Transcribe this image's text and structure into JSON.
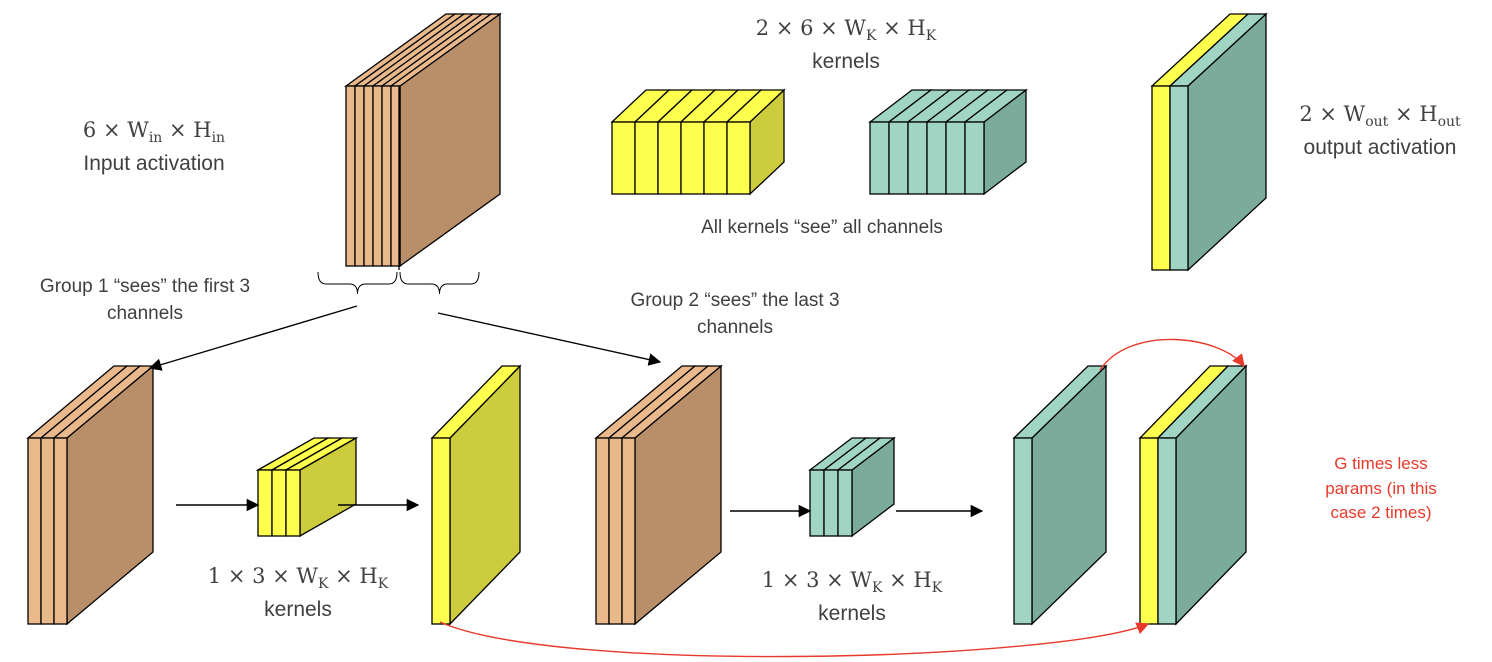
{
  "colors": {
    "input_face": "#eab98b",
    "input_side": "#b98f6a",
    "yellow_face": "#ffff4d",
    "yellow_side": "#cccc3d",
    "teal_face": "#a1d5c3",
    "teal_side": "#7bab9a",
    "arrow_red": "#e8392a",
    "text_gray": "#404040"
  },
  "top": {
    "input": {
      "math": {
        "prefix": "6 × W",
        "sub1": "in",
        "mid": " × H",
        "sub2": "in"
      },
      "label": "Input activation"
    },
    "kernels": {
      "math": {
        "prefix": "2 × 6 × W",
        "sub1": "K",
        "mid": " × H",
        "sub2": "K"
      },
      "label": "kernels",
      "note": "All kernels “see” all channels"
    },
    "output": {
      "math": {
        "prefix": "2 × W",
        "sub1": "out",
        "mid": " × H",
        "sub2": "out"
      },
      "label": "output activation"
    }
  },
  "groups": {
    "group1_label_line1": "Group 1 “sees” the first 3",
    "group1_label_line2": "channels",
    "group2_label_line1": "Group 2 “sees” the last 3",
    "group2_label_line2": "channels"
  },
  "bottom": {
    "kernels1": {
      "math": {
        "prefix": "1 × 3 × W",
        "sub1": "K",
        "mid": " × H",
        "sub2": "K"
      },
      "label": "kernels"
    },
    "kernels2": {
      "math": {
        "prefix": "1 × 3 × W",
        "sub1": "K",
        "mid": " × H",
        "sub2": "K"
      },
      "label": "kernels"
    },
    "note_lines": [
      "G times less",
      "params (in this",
      "case 2 times)"
    ]
  }
}
